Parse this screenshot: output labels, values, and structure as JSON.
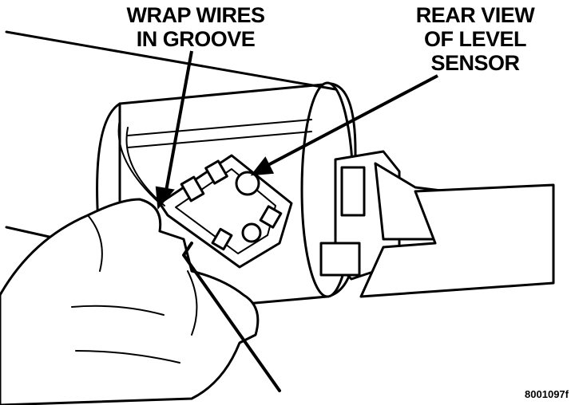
{
  "callouts": {
    "wrap_wires": {
      "line1": "WRAP WIRES",
      "line2": "IN GROOVE"
    },
    "rear_view": {
      "line1": "REAR VIEW",
      "line2": "OF LEVEL",
      "line3": "SENSOR"
    }
  },
  "figure_code": "8001097f",
  "colors": {
    "ink": "#000000",
    "paper": "#ffffff"
  }
}
